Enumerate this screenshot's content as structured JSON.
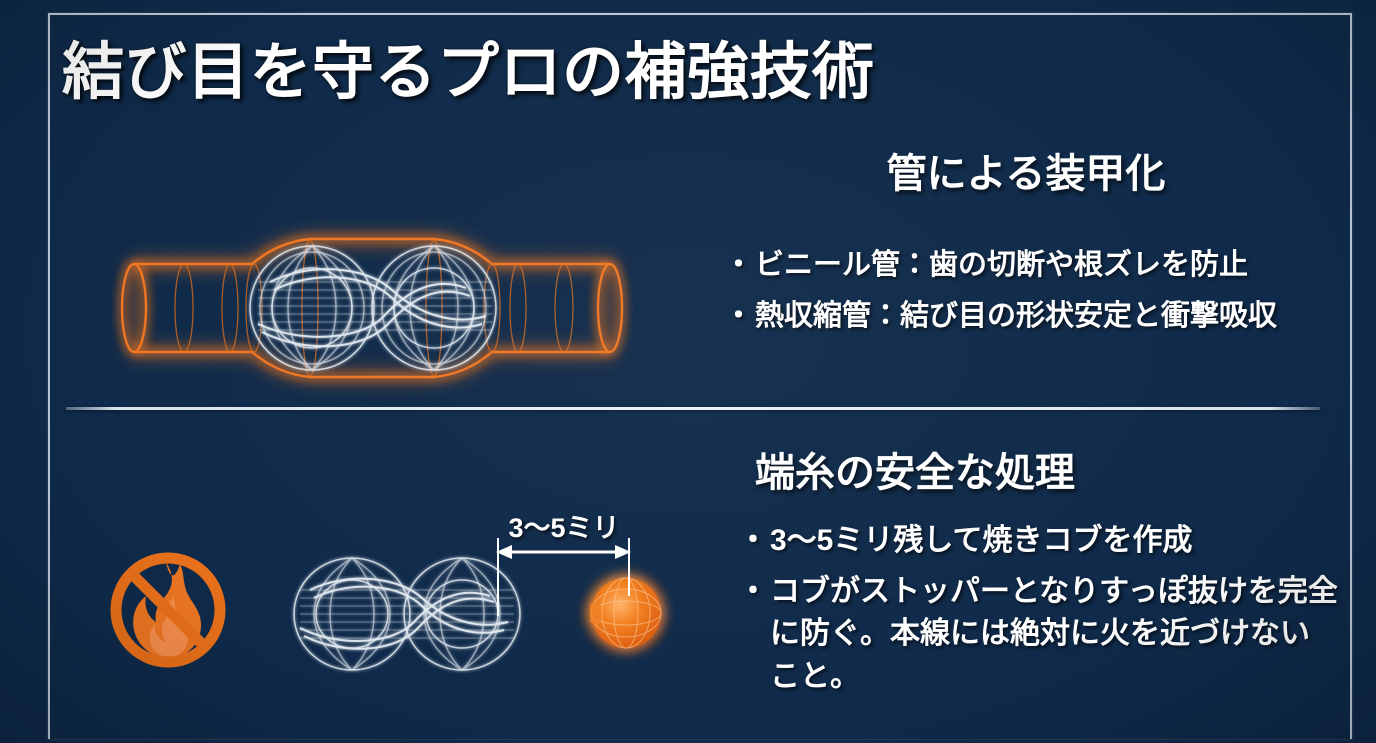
{
  "slide": {
    "title": "結び目を守るプロの補強技術",
    "background_color": "#122c4b",
    "accent_color": "#e8701a",
    "line_color": "#e8eef5",
    "frame_color": "#cdd9e4"
  },
  "sections": [
    {
      "id": "tube-armor",
      "heading": "管による装甲化",
      "bullets": [
        {
          "marker": "・",
          "text": "ビニール管：歯の切断や根ズレを防止"
        },
        {
          "marker": "・",
          "text": "熱収縮管：結び目の形状安定と衝撃吸収"
        }
      ],
      "illustration": {
        "name": "knot-inside-tube-wireframe",
        "tube_color": "#e8701a",
        "knot_color": "#eaf1f8",
        "strand_count": 8
      }
    },
    {
      "id": "tag-end-treatment",
      "heading": "端糸の安全な処理",
      "bullets": [
        {
          "marker": "・",
          "text": "3〜5ミリ残して焼きコブを作成"
        },
        {
          "marker": "・",
          "text": "コブがストッパーとなりすっぽ抜けを完全に防ぐ。本線には絶対に火を近づけないこと。"
        }
      ],
      "illustration": {
        "name": "knot-with-melted-bead",
        "bead_color": "#e8701a",
        "knot_color": "#eaf1f8",
        "no_fire_icon": "no-fire-icon",
        "no_fire_color": "#e8701a"
      },
      "dimension": {
        "label": "3〜5ミリ",
        "value_min": 3,
        "value_max": 5,
        "unit": "ミリ"
      }
    }
  ]
}
